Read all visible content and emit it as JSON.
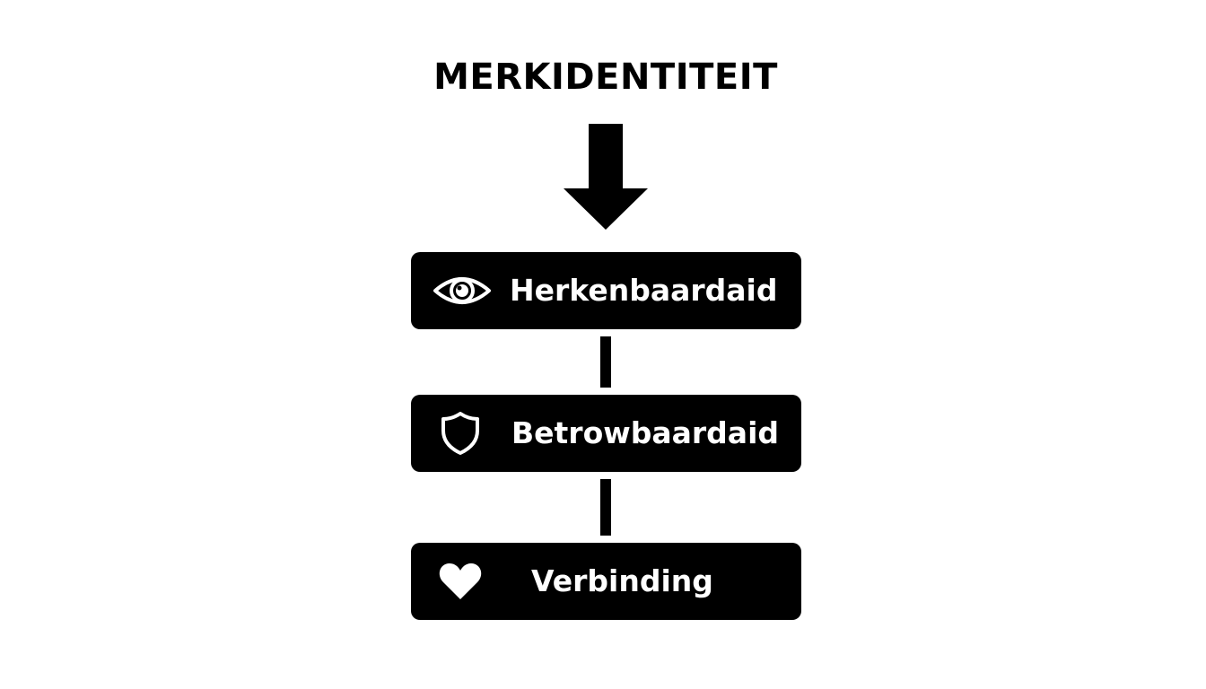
{
  "diagram": {
    "title": "MERKIDENTITEIT",
    "steps": [
      {
        "label": "Herkenbaardaid",
        "icon": "eye-icon"
      },
      {
        "label": "Betrowbaardaid",
        "icon": "shield-icon"
      },
      {
        "label": "Verbinding",
        "icon": "heart-icon"
      }
    ]
  },
  "colors": {
    "background": "#ffffff",
    "box": "#000000",
    "box_text": "#ffffff",
    "title_text": "#000000"
  }
}
